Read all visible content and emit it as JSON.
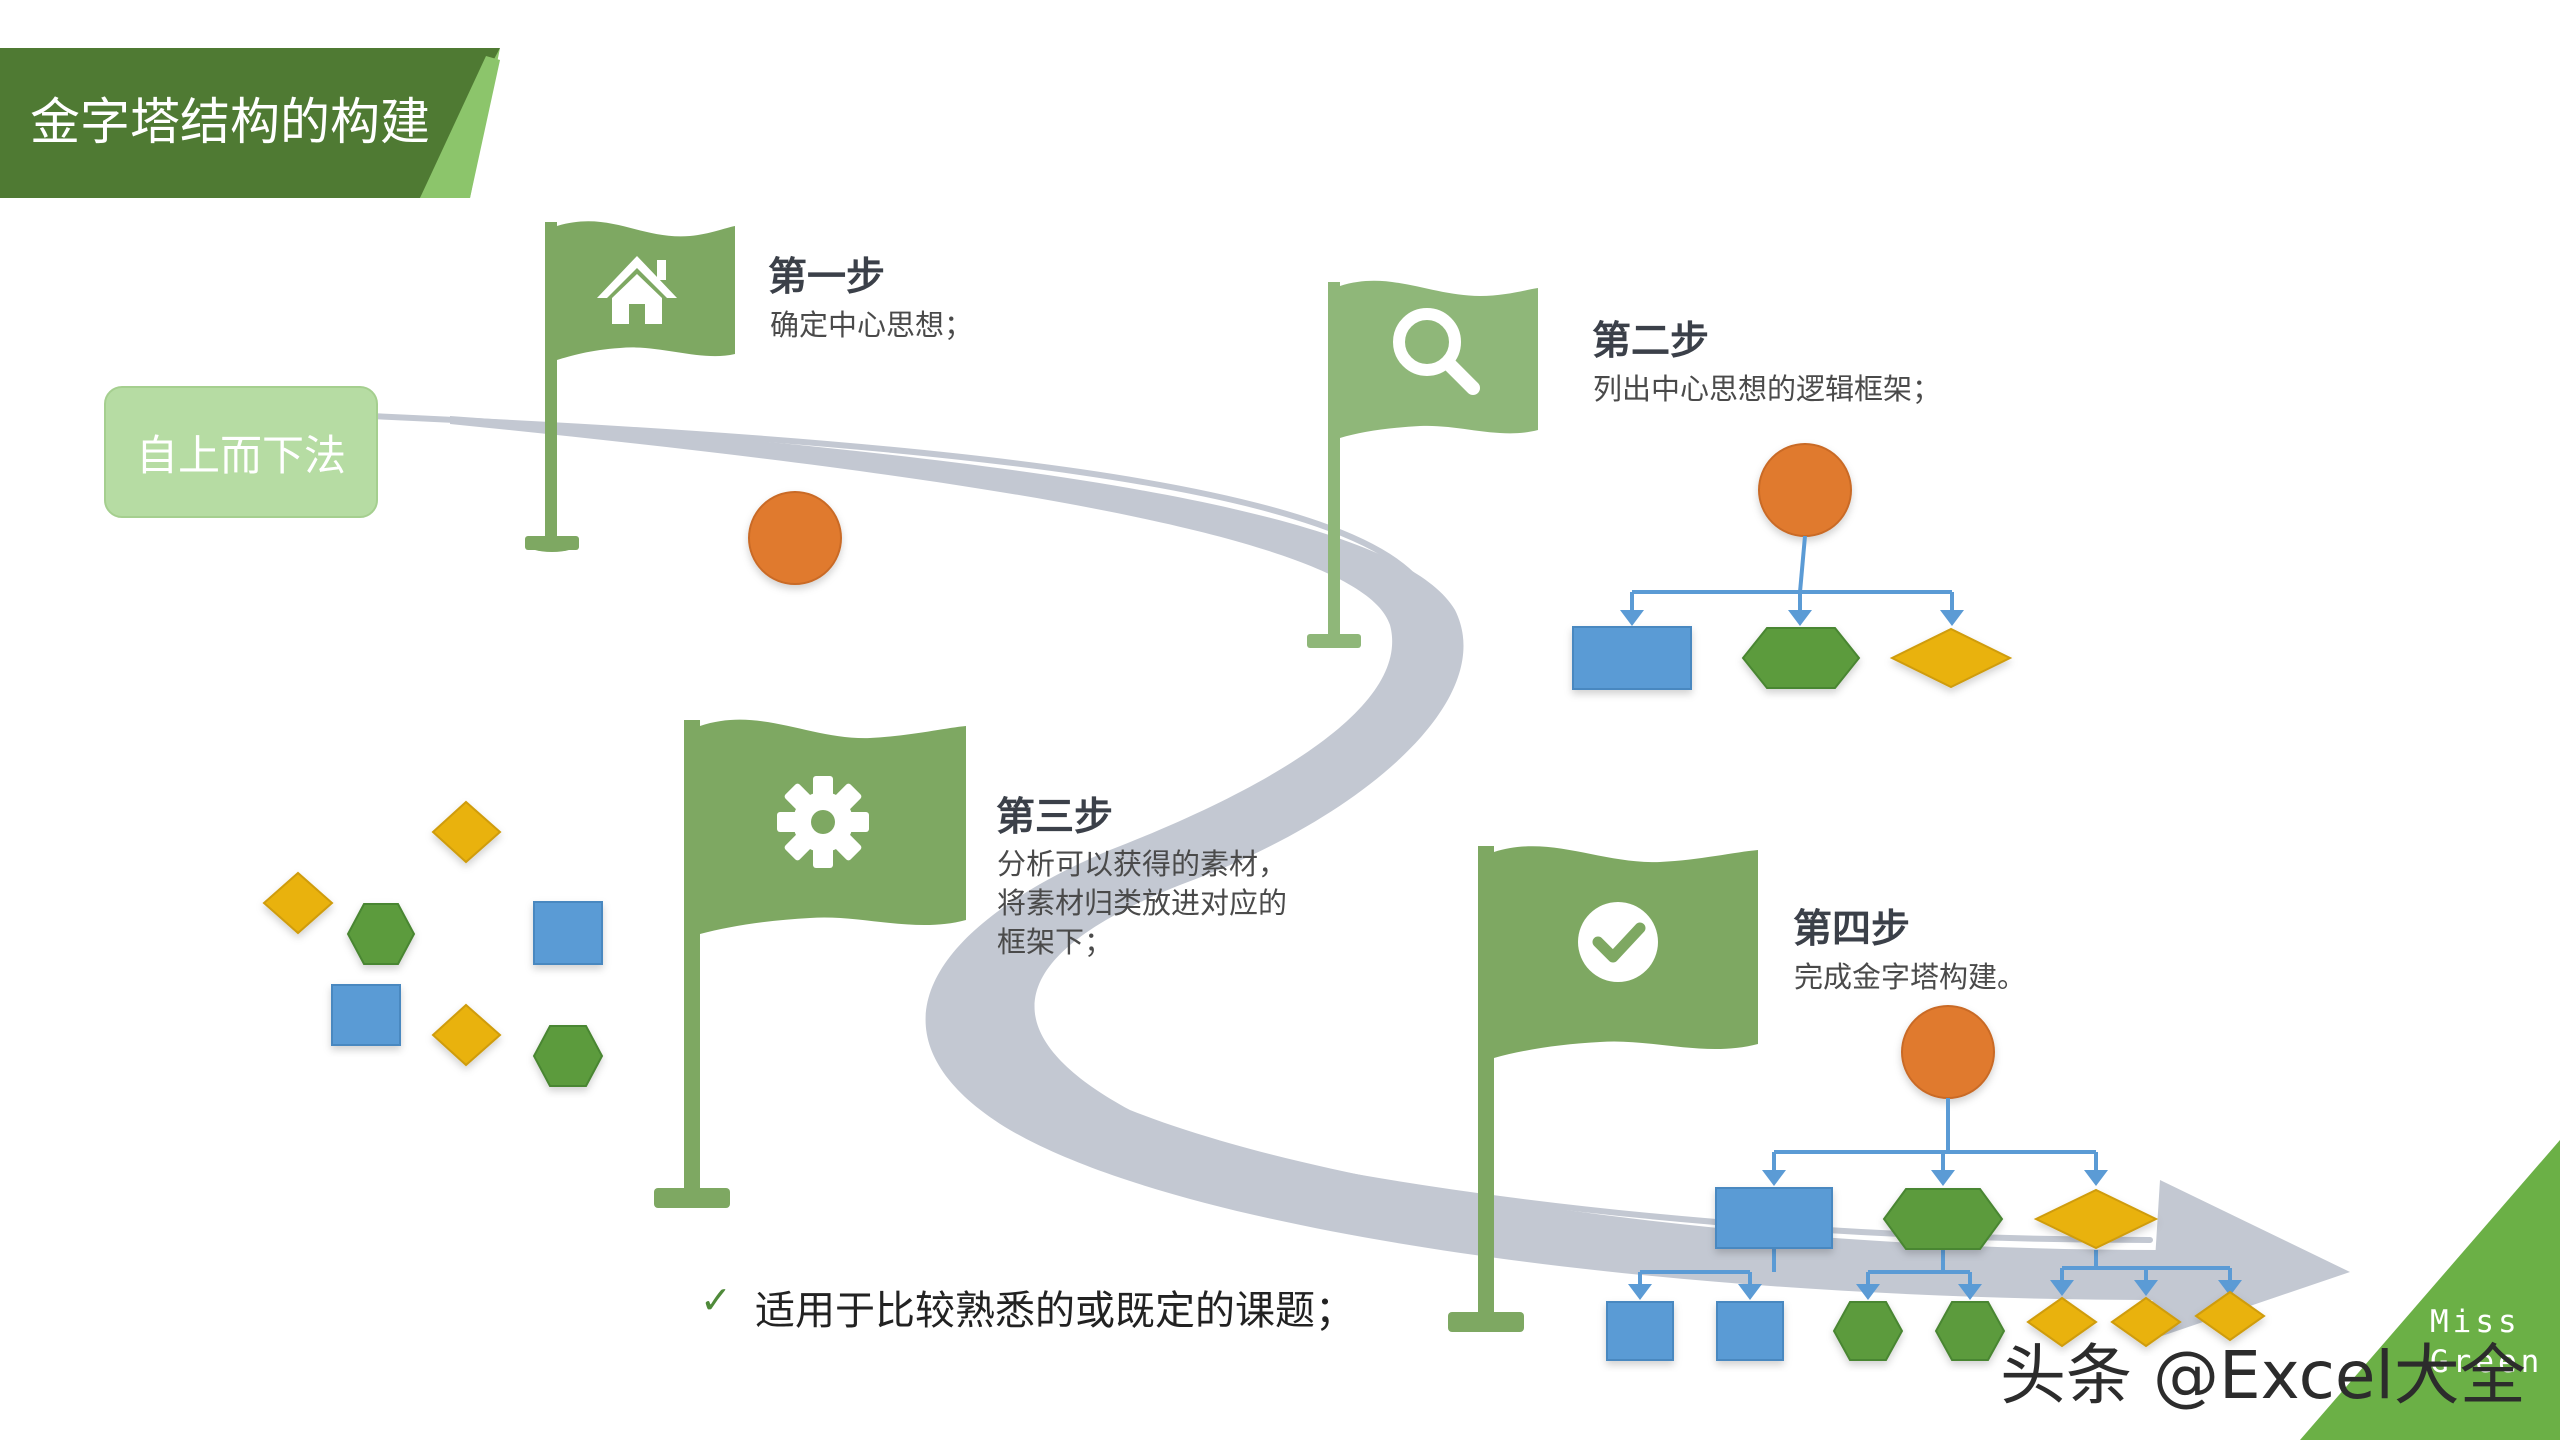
{
  "header": {
    "title": "金字塔结构的构建"
  },
  "method_label": "自上而下法",
  "steps": [
    {
      "title": "第一步",
      "desc": [
        "确定中心思想；"
      ],
      "icon": "home-icon"
    },
    {
      "title": "第二步",
      "desc": [
        "列出中心思想的逻辑框架；"
      ],
      "icon": "search-icon"
    },
    {
      "title": "第三步",
      "desc": [
        "分析可以获得的素材，",
        "将素材归类放进对应的",
        "框架下；"
      ],
      "icon": "gear-icon"
    },
    {
      "title": "第四步",
      "desc": [
        "完成金字塔构建。"
      ],
      "icon": "check-circle-icon"
    }
  ],
  "note": {
    "check": "✓",
    "text": "适用于比较熟悉的或既定的课题；"
  },
  "watermark": "头条 @Excel大全",
  "corner_text": [
    "Miss",
    "Green"
  ],
  "colors": {
    "flag_green": "#7ea862",
    "header_dark_green": "#4f7a33",
    "header_light_green": "#8cc56b",
    "path_gray": "#c3c8d2",
    "node_orange": "#e07a2e",
    "node_blue": "#5a9bd5",
    "node_green": "#5b9b3e",
    "node_yellow": "#e9b20c",
    "connector_blue": "#5b9bd5"
  }
}
